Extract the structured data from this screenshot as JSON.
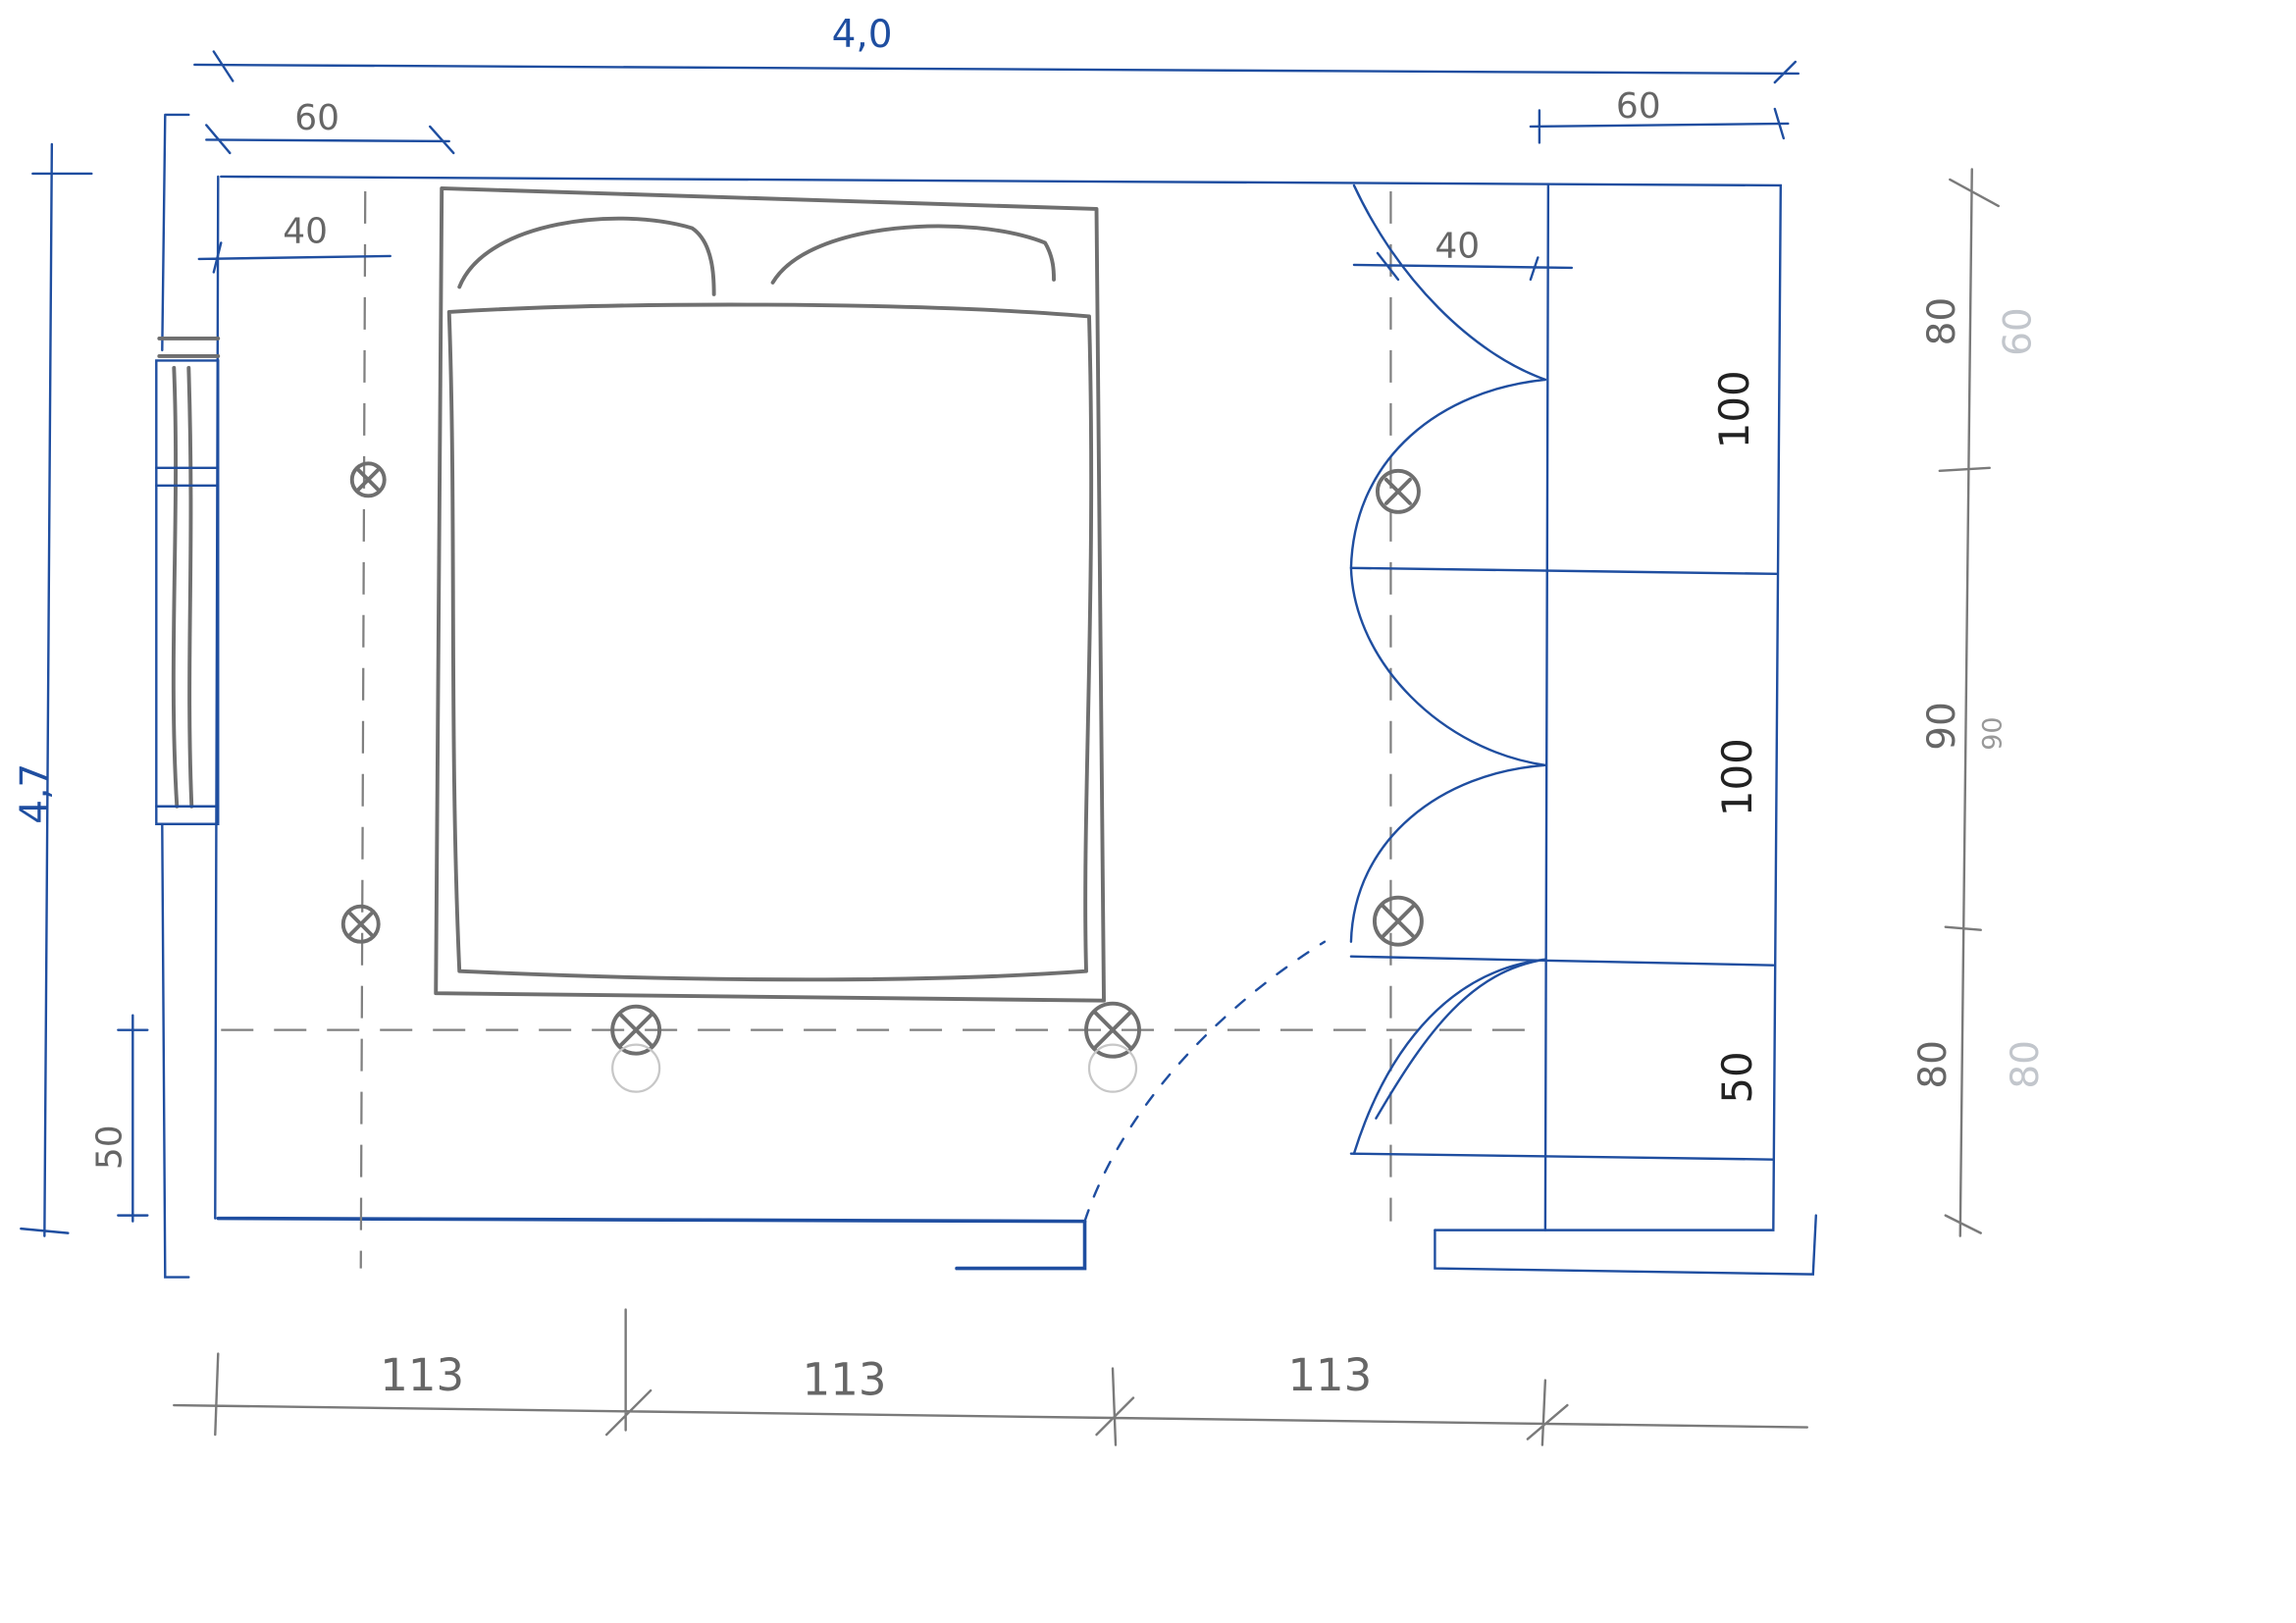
{
  "title": "Bedroom floor plan sketch",
  "dimensions": {
    "total_width": "4,0",
    "total_depth": "4,7",
    "top_left_offset": "60",
    "top_right_offset": "60",
    "left_inner": "40",
    "right_inner": "40",
    "left_bottom": "50",
    "bottom_segments": [
      "113",
      "113",
      "113"
    ],
    "wardrobe_widths": [
      "100",
      "100",
      "50"
    ],
    "right_segments": [
      "80",
      "90",
      "80"
    ],
    "right_segments_faint": [
      "60",
      "90",
      "80"
    ]
  },
  "colors": {
    "pen": "#1f4ea0",
    "pencil": "#6f6f6f"
  }
}
